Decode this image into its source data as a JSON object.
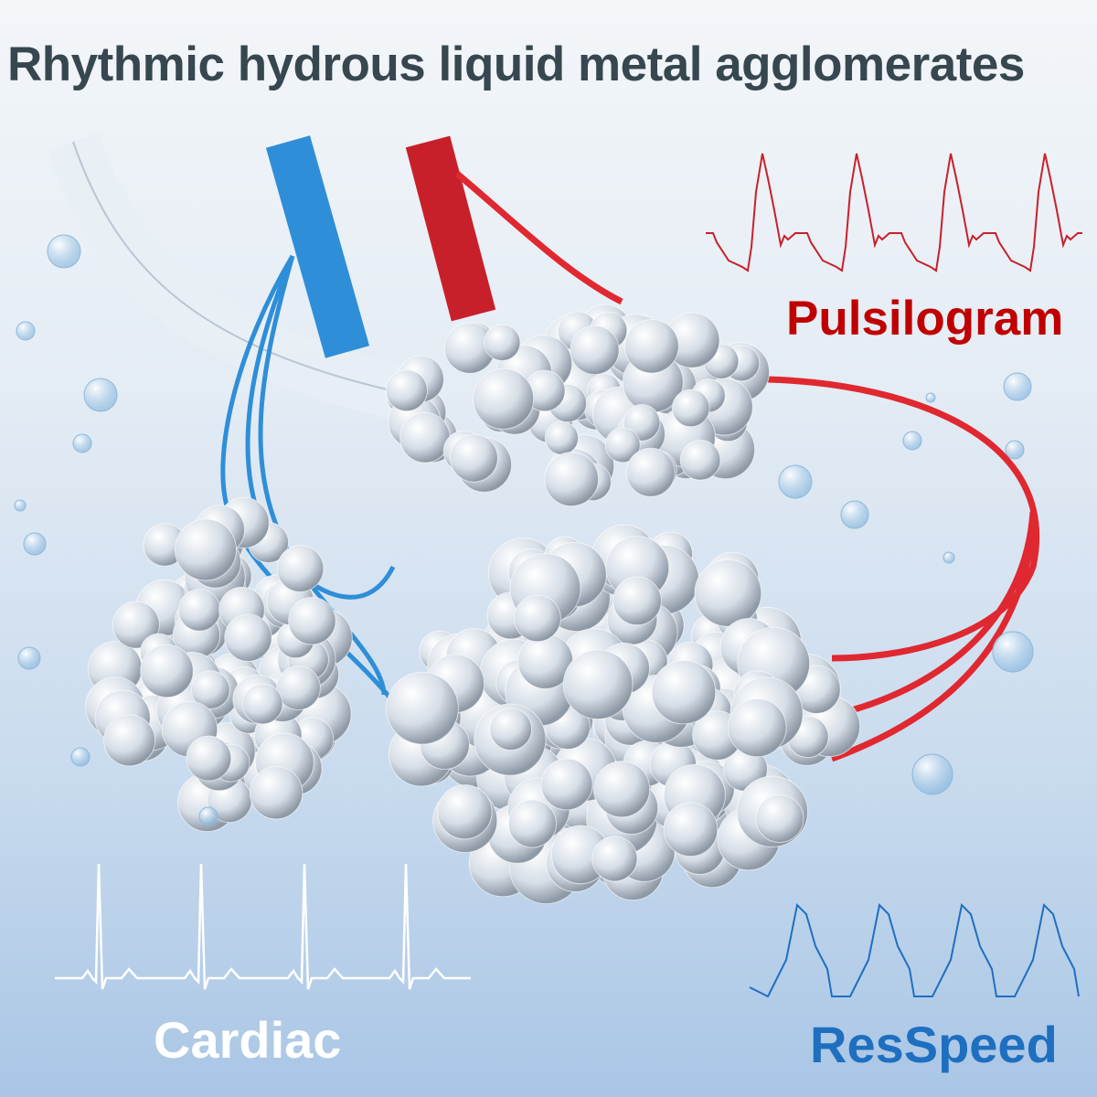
{
  "title": "Rhythmic hydrous liquid metal agglomerates",
  "signals": [
    {
      "name": "Pulsilogram",
      "color": "#c00000",
      "beats": 4
    },
    {
      "name": "Cardiac",
      "color": "#ffffff",
      "beats": 4
    },
    {
      "name": "ResSpeed",
      "color": "#1f6fc0",
      "beats": 4
    }
  ],
  "colors": {
    "vein": "#2f8ed8",
    "artery": "#c8202a",
    "metal": "#dfe6ee"
  }
}
